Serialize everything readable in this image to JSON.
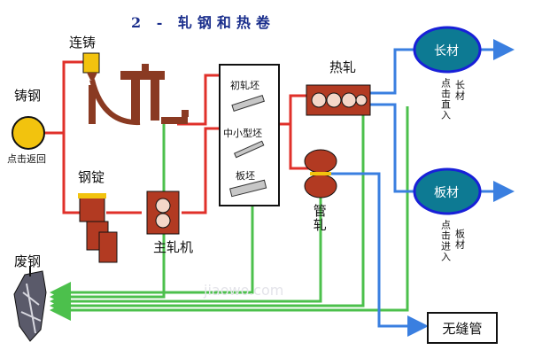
{
  "title": "2 - 轧钢和热卷",
  "nodes": {
    "casting_steel": "铸钢",
    "back_hint": "点击返回",
    "continuous_casting": "连铸",
    "ingot": "钢锭",
    "main_mill": "主轧机",
    "hot_rolling": "热轧",
    "tube_rolling": "管轧",
    "scrap": "废钢",
    "seamless_tube": "无缝管"
  },
  "billets": {
    "rough": "初轧坯",
    "medium_small": "中小型坯",
    "plate": "板坯"
  },
  "outputs": {
    "long_product": "长材",
    "long_hint": "点击直入",
    "long_side": "长材",
    "plate_product": "板材",
    "plate_hint": "点击进入",
    "plate_side": "板材"
  },
  "watermark": "jiaowo.com",
  "colors": {
    "red_flow": "#e0302a",
    "green_flow": "#4cc04c",
    "blue_flow": "#3a7fe0",
    "gold": "#f2c30e",
    "oval_fill": "#0d7a93",
    "oval_border": "#1820d8",
    "title": "#1a2e8c"
  }
}
